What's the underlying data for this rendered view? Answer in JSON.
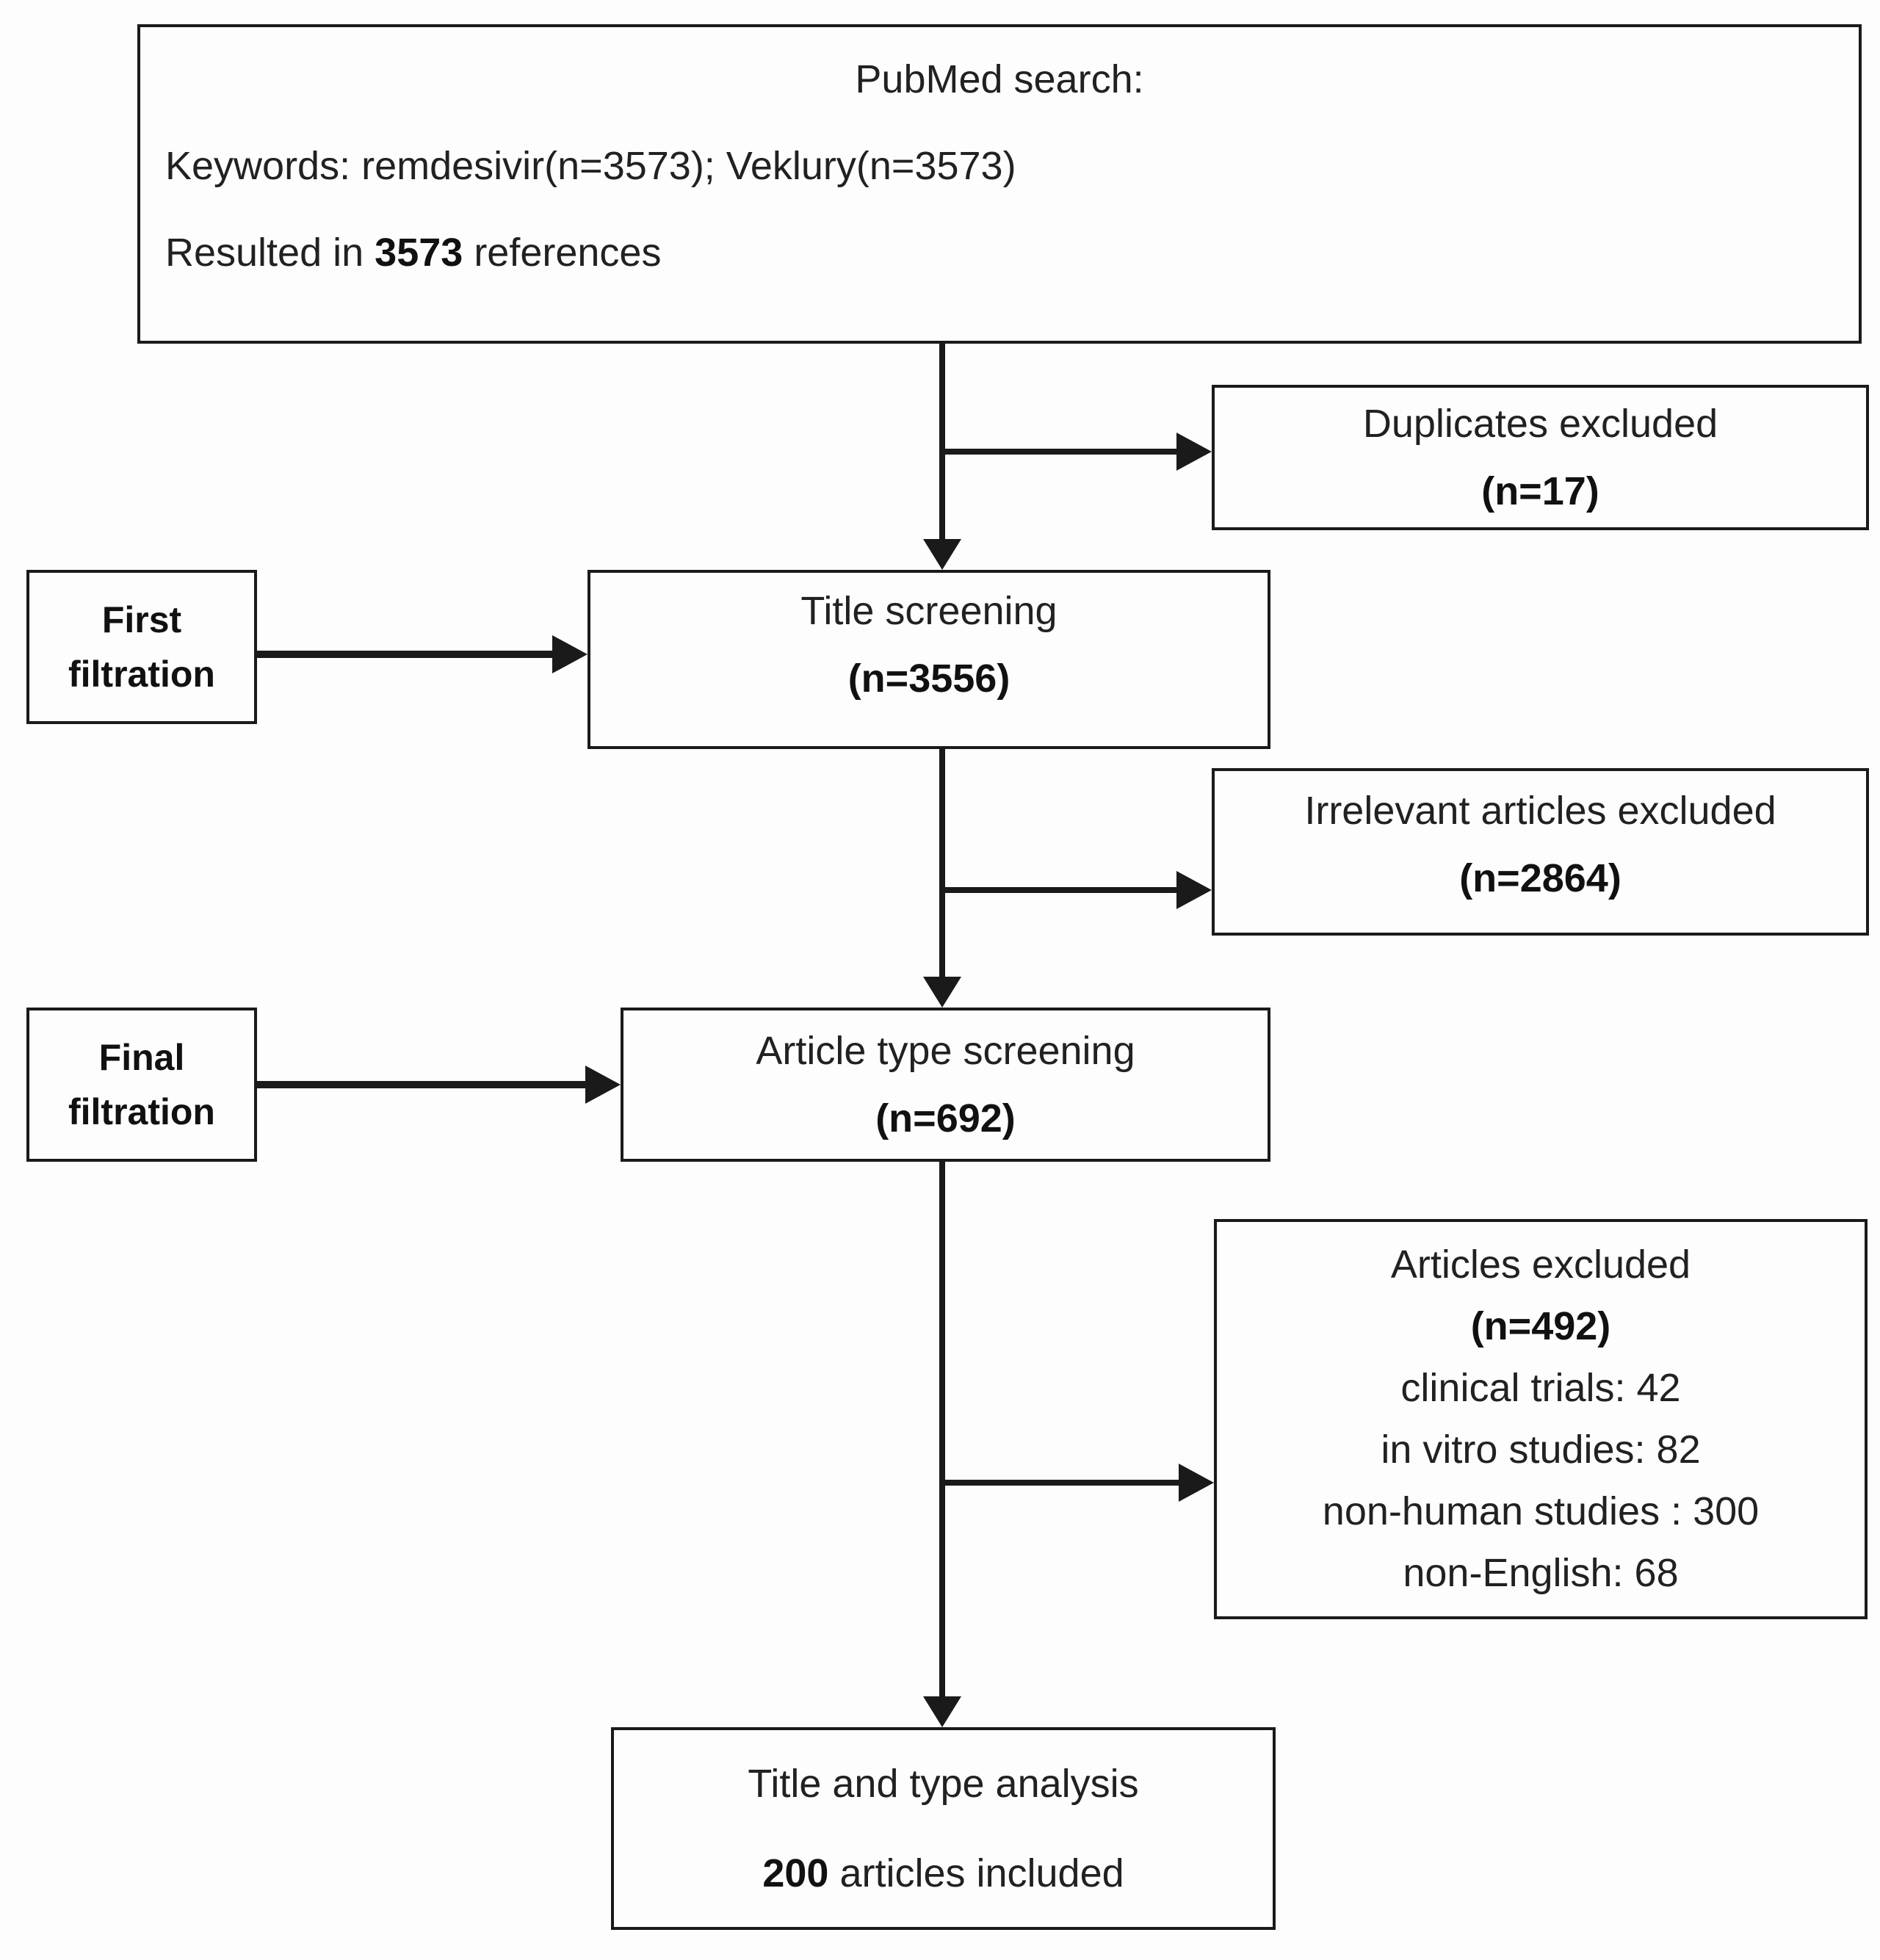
{
  "diagram": {
    "colors": {
      "line": "#1a1a1a",
      "text": "#212121",
      "background": "#fdfdfd"
    },
    "pubmed_box": {
      "title": "PubMed search:",
      "keywords": "Keywords: remdesivir(n=3573); Veklury(n=3573)",
      "resulted_prefix": "Resulted in ",
      "resulted_count": "3573",
      "resulted_suffix": " references"
    },
    "duplicates_box": {
      "line1": "Duplicates excluded",
      "line2": "(n=17)"
    },
    "first_filtration_box": {
      "line1": "First",
      "line2": "filtration"
    },
    "title_screening_box": {
      "line1": "Title screening",
      "line2": "(n=3556)"
    },
    "irrelevant_box": {
      "line1": "Irrelevant articles excluded",
      "line2": "(n=2864)"
    },
    "final_filtration_box": {
      "line1": "Final",
      "line2": "filtration"
    },
    "article_type_box": {
      "line1": "Article type screening",
      "line2": "(n=692)"
    },
    "articles_excluded_box": {
      "line1": "Articles excluded",
      "line2": "(n=492)",
      "line3": "clinical trials: 42",
      "line4": "in vitro studies: 82",
      "line5": "non-human studies : 300",
      "line6": "non-English: 68"
    },
    "final_box": {
      "line1": "Title and type analysis",
      "count": "200",
      "suffix": " articles included"
    }
  }
}
